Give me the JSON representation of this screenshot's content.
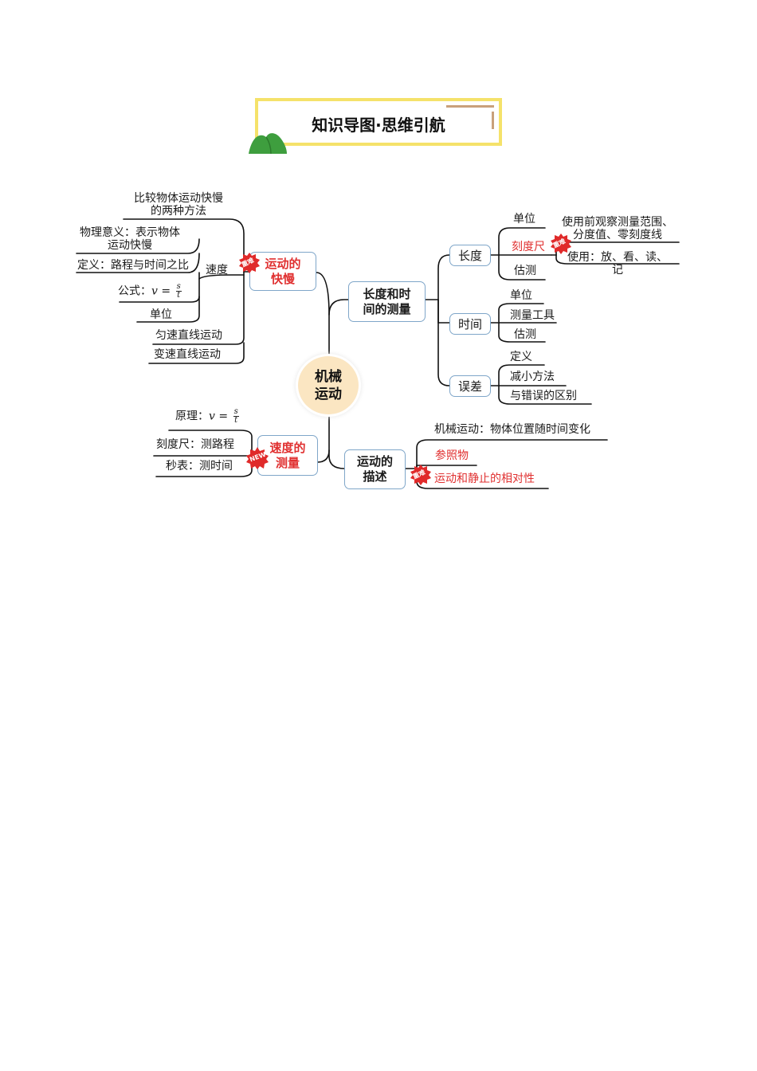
{
  "header": {
    "title": "知识导图·思维引航"
  },
  "center": {
    "label": "机械\n运动"
  },
  "branch_speed": {
    "label": "运动的\n快慢",
    "badge": "重难",
    "compare": "比较物体运动快慢\n的两种方法",
    "speed": "速度",
    "meaning": "物理意义：表示物体\n运动快慢",
    "definition": "定义：路程与时间之比",
    "formula_prefix": "公式：",
    "formula_v": "v",
    "formula_eq": "=",
    "formula_num": "s",
    "formula_den": "t",
    "unit": "单位",
    "uniform": "匀速直线运动",
    "variable": "变速直线运动"
  },
  "branch_measure_speed": {
    "label": "速度的\n测量",
    "badge": "NEW",
    "principle_prefix": "原理：",
    "principle_v": "v",
    "principle_eq": "=",
    "principle_num": "s",
    "principle_den": "t",
    "ruler": "刻度尺：测路程",
    "stopwatch": "秒表：测时间"
  },
  "branch_length_time": {
    "label": "长度和时\n间的测量",
    "length": "长度",
    "length_unit": "单位",
    "ruler": "刻度尺",
    "ruler_badge": "重难",
    "ruler_before": "使用前观察测量范围、\n分度值、零刻度线",
    "ruler_use": "使用：放、看、读、\n记",
    "length_estimate": "估测",
    "time": "时间",
    "time_unit": "单位",
    "time_tool": "测量工具",
    "time_estimate": "估测",
    "error": "误差",
    "error_def": "定义",
    "error_reduce": "减小方法",
    "error_diff": "与错误的区别"
  },
  "branch_description": {
    "label": "运动的\n描述",
    "badge": "重难",
    "mech_motion": "机械运动：物体位置随时间变化",
    "reference": "参照物",
    "relativity": "运动和静止的相对性"
  },
  "colors": {
    "accent_red": "#e03030",
    "node_border": "#7fa6c9",
    "banner_border": "#f5e26a",
    "center_fill": "#fbe6c2",
    "hill": "#3e9e3e"
  }
}
